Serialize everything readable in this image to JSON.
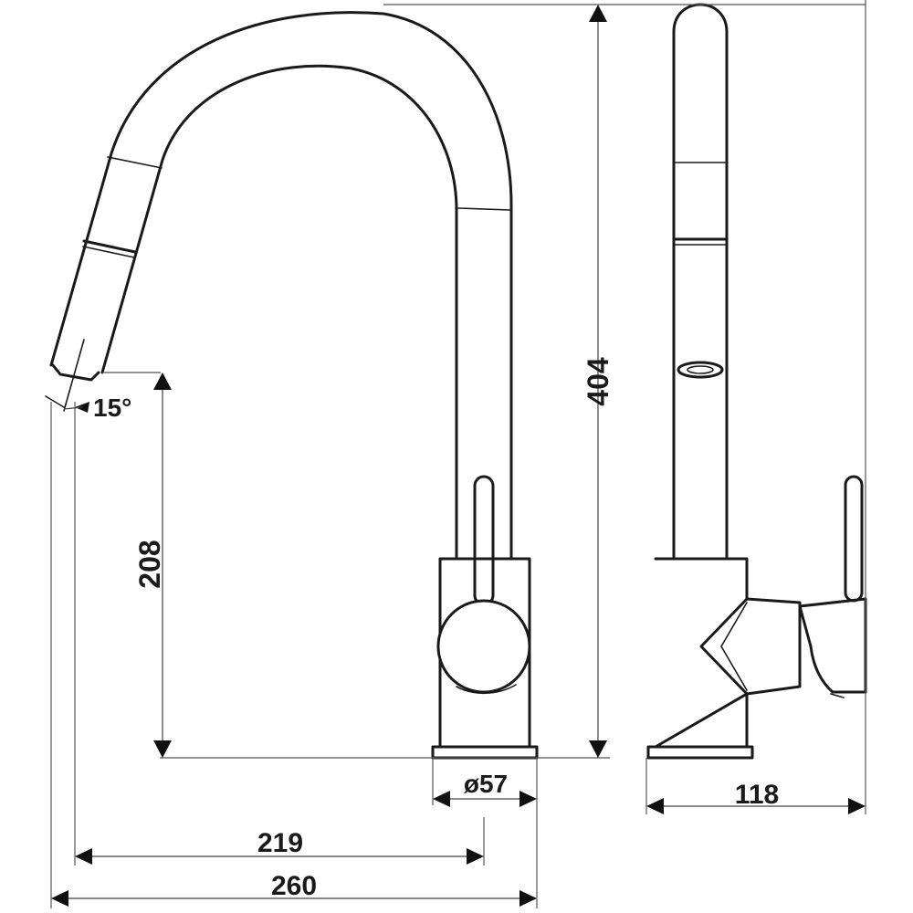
{
  "drawing": {
    "subject": "kitchen mixer tap with pull-out spout",
    "views": [
      "side-view",
      "front-view"
    ],
    "dimensions": {
      "total_height": "404",
      "spout_outlet_height": "208",
      "spout_tilt_angle": "15°",
      "base_diameter": "ø57",
      "spout_reach": "219",
      "overall_length": "260",
      "front_view_depth": "118"
    }
  }
}
